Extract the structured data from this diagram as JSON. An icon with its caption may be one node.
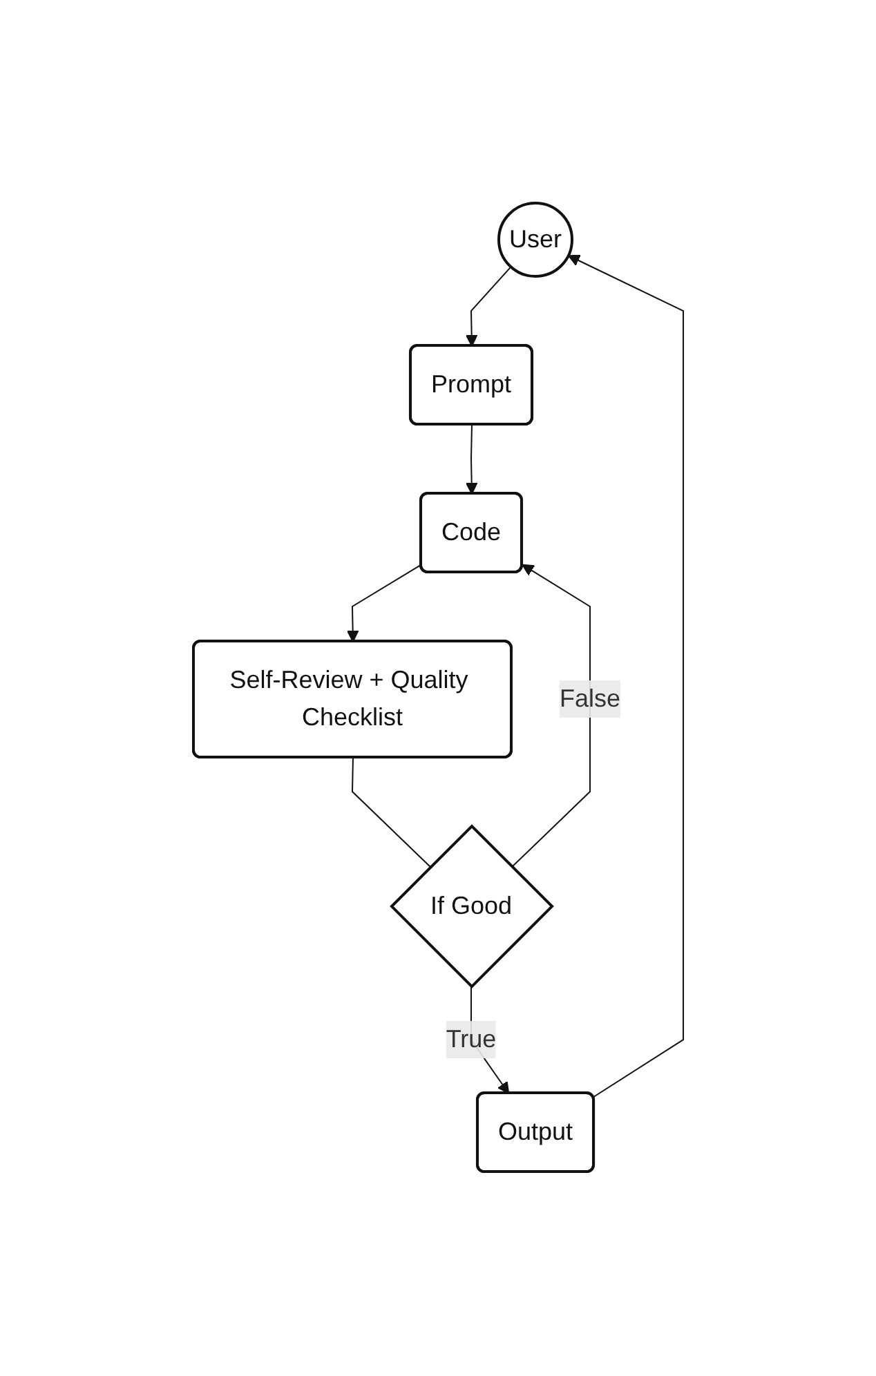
{
  "diagram": {
    "nodes": [
      {
        "text": [
          "User"
        ]
      },
      {
        "text": [
          "Prompt"
        ]
      },
      {
        "text": [
          "Code"
        ]
      },
      {
        "text": [
          "Self-Review + Quality Checklist"
        ]
      },
      {
        "text": [
          "If Good"
        ]
      },
      {
        "text": [
          "Output"
        ]
      }
    ],
    "edges": [
      {
        "from": 0,
        "to": 1,
        "arrow": "to"
      },
      {
        "from": 1,
        "to": 2,
        "arrow": "to"
      },
      {
        "from": 2,
        "to": 3,
        "arrow": "to"
      },
      {
        "from": 3,
        "to": 4,
        "arrow": "none"
      },
      {
        "from": 4,
        "to": 5,
        "arrow": "to",
        "label": "True"
      },
      {
        "from": 5,
        "to": 0,
        "arrow": "to"
      },
      {
        "from": 4,
        "to": 2,
        "arrow": "to",
        "label": "False"
      }
    ]
  }
}
